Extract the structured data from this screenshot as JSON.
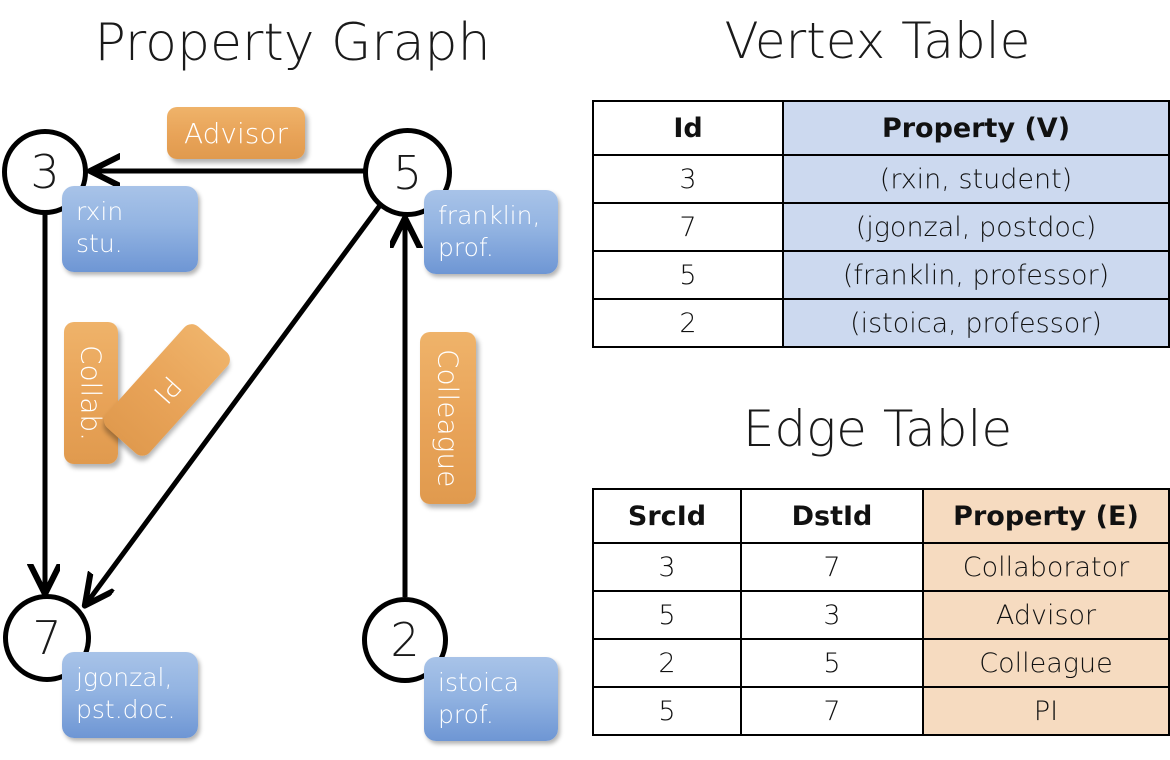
{
  "titles": {
    "property_graph": "Property Graph",
    "vertex_table": "Vertex Table",
    "edge_table": "Edge Table"
  },
  "graph": {
    "nodes": [
      {
        "id": "3",
        "property": {
          "line1": "rxin",
          "line2": "stu."
        }
      },
      {
        "id": "5",
        "property": {
          "line1": "franklin,",
          "line2": "prof."
        }
      },
      {
        "id": "7",
        "property": {
          "line1": "jgonzal,",
          "line2": "pst.doc."
        }
      },
      {
        "id": "2",
        "property": {
          "line1": "istoica",
          "line2": "prof."
        }
      }
    ],
    "edge_labels": {
      "advisor": "Advisor",
      "collab": "Collab.",
      "pi": "PI",
      "colleague": "Colleague"
    }
  },
  "vertex_table": {
    "headers": [
      "Id",
      "Property (V)"
    ],
    "rows": [
      {
        "id": "3",
        "property": "(rxin, student)"
      },
      {
        "id": "7",
        "property": "(jgonzal, postdoc)"
      },
      {
        "id": "5",
        "property": "(franklin, professor)"
      },
      {
        "id": "2",
        "property": "(istoica, professor)"
      }
    ]
  },
  "edge_table": {
    "headers": [
      "SrcId",
      "DstId",
      "Property (E)"
    ],
    "rows": [
      {
        "src": "3",
        "dst": "7",
        "property": "Collaborator"
      },
      {
        "src": "5",
        "dst": "3",
        "property": "Advisor"
      },
      {
        "src": "2",
        "dst": "5",
        "property": "Colleague"
      },
      {
        "src": "5",
        "dst": "7",
        "property": "PI"
      }
    ]
  },
  "colors": {
    "vertex_property_fill": "#ccd9ef",
    "edge_property_fill": "#f6dbc0",
    "node_box_blue": "#93b4e2",
    "edge_label_orange": "#e8a358",
    "stroke": "#000000"
  }
}
